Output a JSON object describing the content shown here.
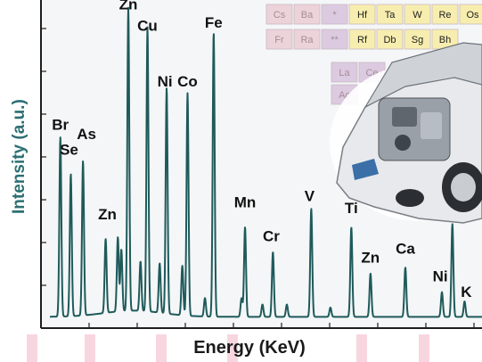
{
  "chart_data": {
    "type": "line",
    "title": "",
    "xlabel": "Energy (KeV)",
    "ylabel": "Intensity (a.u.)",
    "peaks": [
      {
        "element": "Br",
        "x": 0.3,
        "height": 0.58,
        "label_x": 0.3,
        "label_h": 0.63
      },
      {
        "element": "Se",
        "x": 0.6,
        "height": 0.46,
        "label_x": 0.55,
        "label_h": 0.55
      },
      {
        "element": "As",
        "x": 0.95,
        "height": 0.5,
        "label_x": 1.05,
        "label_h": 0.6
      },
      {
        "element": "Zn",
        "x": 1.6,
        "height": 0.24,
        "label_x": 1.65,
        "label_h": 0.34
      },
      {
        "element": "Zn",
        "x": 2.25,
        "height": 0.98,
        "label_x": 2.25,
        "label_h": 1.02
      },
      {
        "element": "Cu",
        "x": 2.8,
        "height": 0.92,
        "label_x": 2.8,
        "label_h": 0.95
      },
      {
        "element": "Ni",
        "x": 3.35,
        "height": 0.73,
        "label_x": 3.3,
        "label_h": 0.77
      },
      {
        "element": "Co",
        "x": 3.95,
        "height": 0.72,
        "label_x": 3.95,
        "label_h": 0.77
      },
      {
        "element": "Fe",
        "x": 4.7,
        "height": 0.92,
        "label_x": 4.7,
        "label_h": 0.96
      },
      {
        "element": "Mn",
        "x": 5.6,
        "height": 0.29,
        "label_x": 5.6,
        "label_h": 0.38
      },
      {
        "element": "Cr",
        "x": 6.4,
        "height": 0.21,
        "label_x": 6.35,
        "label_h": 0.27
      },
      {
        "element": "V",
        "x": 7.5,
        "height": 0.35,
        "label_x": 7.45,
        "label_h": 0.4
      },
      {
        "element": "Ti",
        "x": 8.65,
        "height": 0.29,
        "label_x": 8.65,
        "label_h": 0.36
      },
      {
        "element": "Zn",
        "x": 9.2,
        "height": 0.14,
        "label_x": 9.2,
        "label_h": 0.2
      },
      {
        "element": "Ca",
        "x": 10.2,
        "height": 0.16,
        "label_x": 10.2,
        "label_h": 0.23
      },
      {
        "element": "Ni",
        "x": 11.25,
        "height": 0.08,
        "label_x": 11.2,
        "label_h": 0.14
      },
      {
        "element": "K",
        "x": 11.9,
        "height": 0.05,
        "label_x": 11.95,
        "label_h": 0.09
      }
    ],
    "extra_lines": [
      {
        "x": 1.95,
        "height": 0.24
      },
      {
        "x": 2.05,
        "height": 0.2
      },
      {
        "x": 2.6,
        "height": 0.16
      },
      {
        "x": 3.15,
        "height": 0.16
      },
      {
        "x": 3.8,
        "height": 0.16
      },
      {
        "x": 4.45,
        "height": 0.06
      },
      {
        "x": 5.5,
        "height": 0.06
      },
      {
        "x": 6.1,
        "height": 0.04
      },
      {
        "x": 6.8,
        "height": 0.04
      },
      {
        "x": 8.05,
        "height": 0.03
      },
      {
        "x": 11.55,
        "height": 0.3
      }
    ],
    "xlim": [
      0,
      12.4
    ],
    "ylim": [
      0,
      1.05
    ],
    "grid": false,
    "legend": "none"
  },
  "periodic_table": {
    "row1": [
      "Cs",
      "Ba",
      "*",
      "Hf",
      "Ta",
      "W",
      "Re",
      "Os"
    ],
    "row2": [
      "Fr",
      "Ra",
      "**",
      "Rf",
      "Db",
      "Sg",
      "Bh"
    ],
    "row3": [
      "La",
      "Ce"
    ],
    "row4": [
      "Ac"
    ]
  },
  "colors": {
    "spectrum": "#1f5a5b",
    "ylabel": "#2d6f73",
    "watermark": "#f3b4c6",
    "pt_yellow": "#f7edae",
    "pt_pink": "#ecd3d9",
    "pt_lavender": "#dccae0"
  },
  "icons": {
    "inset": "hybrid-car-engine-photo"
  }
}
